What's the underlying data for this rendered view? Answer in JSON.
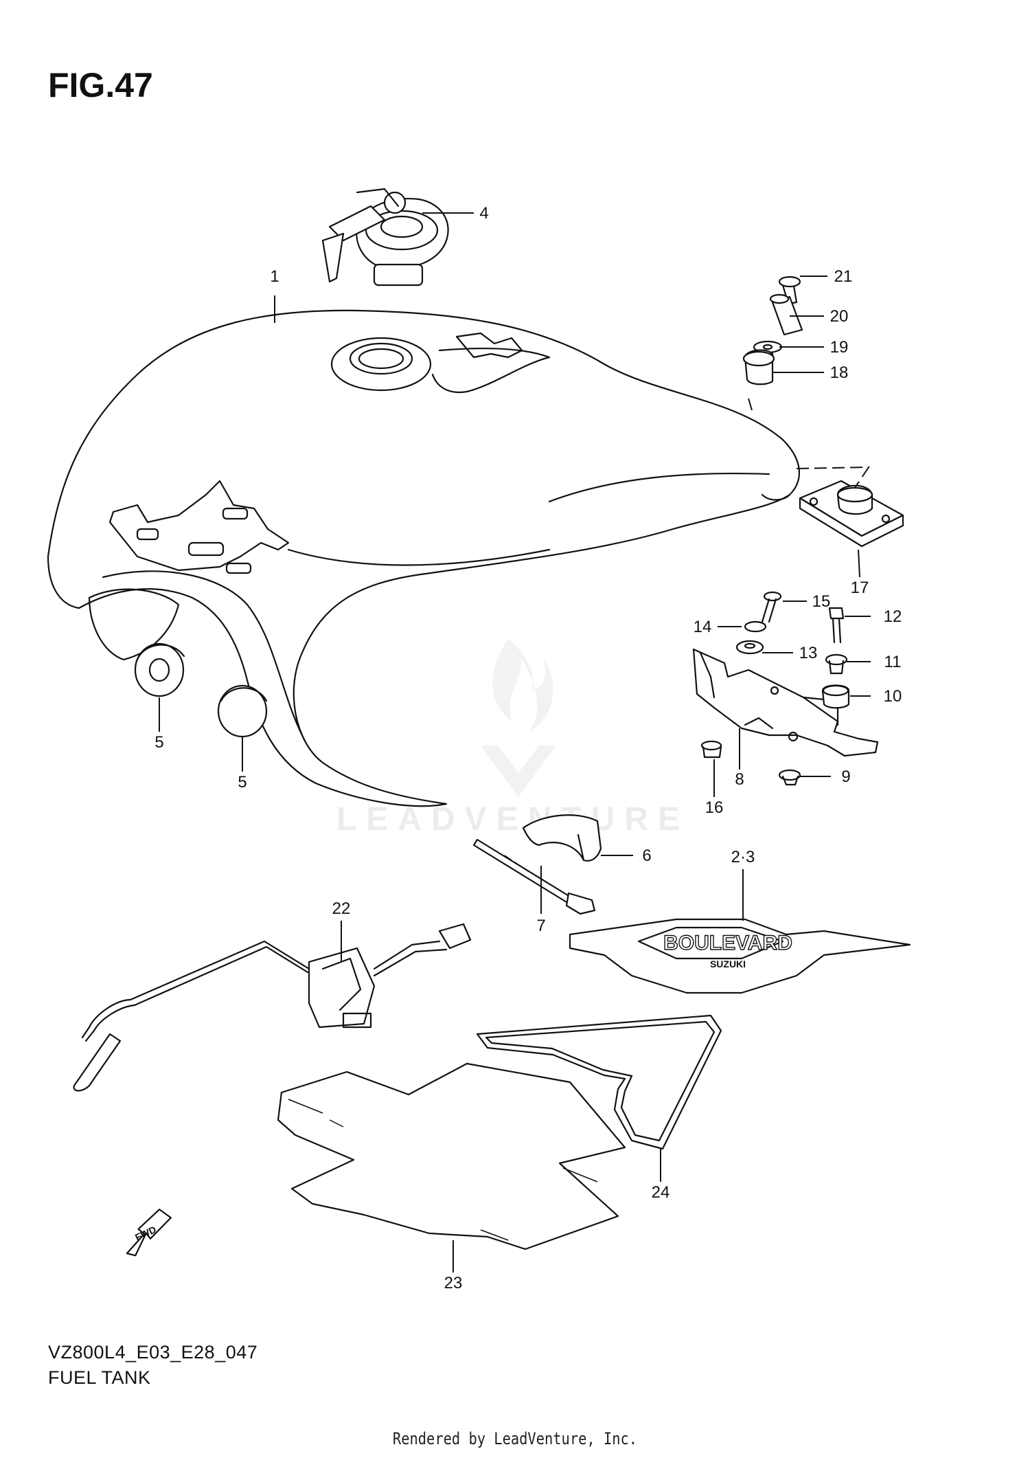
{
  "figure": {
    "title": "FIG.47",
    "diagram_code": "VZ800L4_E03_E28_047",
    "diagram_name": "FUEL TANK",
    "render_credit": "Rendered by LeadVenture, Inc.",
    "watermark": "LEADVENTURE"
  },
  "emblem_text": {
    "main": "BOULEVARD",
    "sub": "SUZUKI"
  },
  "fwd_text": "FWD",
  "callouts": [
    "1",
    "2·3",
    "4",
    "5",
    "5",
    "6",
    "7",
    "8",
    "9",
    "10",
    "11",
    "12",
    "13",
    "14",
    "15",
    "16",
    "17",
    "18",
    "19",
    "20",
    "21",
    "22",
    "23",
    "24"
  ]
}
